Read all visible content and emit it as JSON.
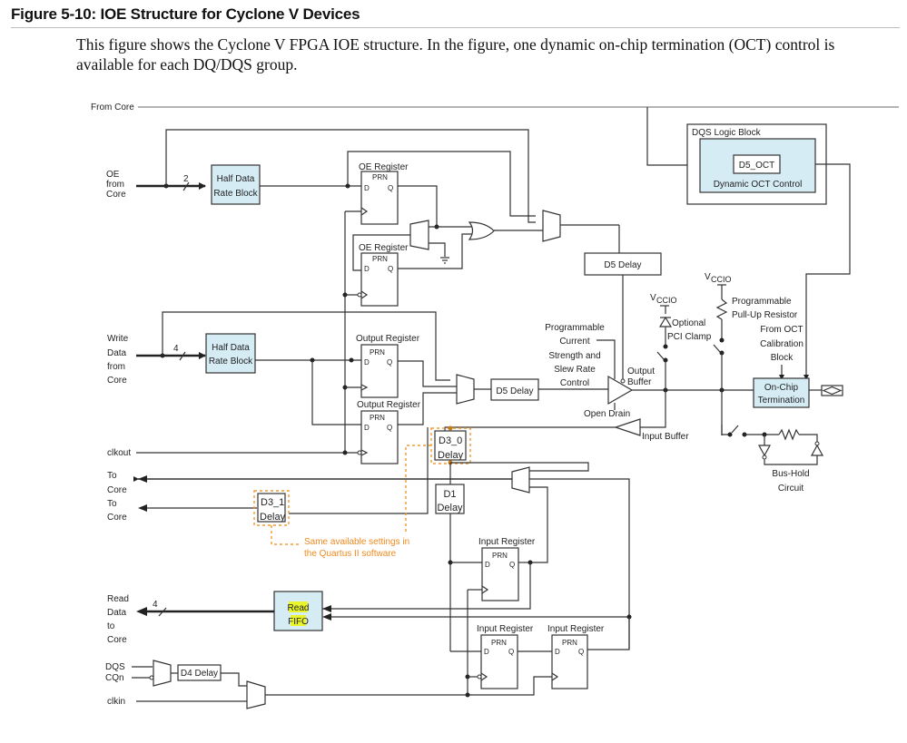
{
  "figure": {
    "title": "Figure 5-10: IOE Structure for Cyclone V Devices",
    "caption": "This figure shows the Cyclone V FPGA IOE structure. In the figure, one dynamic on-chip termination (OCT) control is available for each DQ/DQS group."
  },
  "signals": {
    "from_core": "From Core",
    "oe_from_core": [
      "OE",
      "from",
      "Core"
    ],
    "oe_bus_width": "2",
    "write_data_from_core": [
      "Write",
      "Data",
      "from",
      "Core"
    ],
    "write_bus_width": "4",
    "clkout": "clkout",
    "to_core_1": [
      "To",
      "Core"
    ],
    "to_core_2": [
      "To",
      "Core"
    ],
    "read_data_to_core": [
      "Read",
      "Data",
      "to",
      "Core"
    ],
    "read_bus_width": "4",
    "dqs": "DQS",
    "cqn": "CQn",
    "clkin": "clkin"
  },
  "blocks": {
    "hdr_oe": [
      "Half Data",
      "Rate Block"
    ],
    "hdr_write": [
      "Half Data",
      "Rate Block"
    ],
    "oe_register_1": "OE Register",
    "oe_register_2": "OE Register",
    "output_register_1": "Output Register",
    "output_register_2": "Output Register",
    "input_register_1": "Input Register",
    "input_register_2": "Input Register",
    "input_register_3": "Input Register",
    "reg_prn": "PRN",
    "reg_d": "D",
    "reg_q": "Q",
    "d5_delay_top": "D5 Delay",
    "d5_delay_mid": "D5 Delay",
    "dqs_logic_block": "DQS Logic Block",
    "d5_oct": "D5_OCT",
    "dynamic_oct_control": "Dynamic OCT Control",
    "d3_0_delay": [
      "D3_0",
      "Delay"
    ],
    "d3_1_delay": [
      "D3_1",
      "Delay"
    ],
    "d1_delay": [
      "D1",
      "Delay"
    ],
    "d4_delay": "D4 Delay",
    "read_fifo": [
      "Read",
      "FIFO"
    ],
    "on_chip_termination": [
      "On-Chip",
      "Termination"
    ]
  },
  "annotations": {
    "vccio_main": "V",
    "vccio_sub": "CCIO",
    "optional_pci_clamp": [
      "Optional",
      "PCI Clamp"
    ],
    "programmable_pullup": [
      "Programmable",
      "Pull-Up Resistor"
    ],
    "from_oct_calibration": [
      "From OCT",
      "Calibration",
      "Block"
    ],
    "programmable_current": [
      "Programmable",
      "Current",
      "Strength and",
      "Slew Rate",
      "Control"
    ],
    "output_buffer": [
      "Output",
      "Buffer"
    ],
    "open_drain": "Open Drain",
    "input_buffer": "Input Buffer",
    "bus_hold_circuit": [
      "Bus-Hold",
      "Circuit"
    ],
    "quartus_note": [
      "Same available settings in",
      "the Quartus II software"
    ]
  },
  "colors": {
    "block_fill": "#d6ecf5",
    "note_orange": "#f39a33",
    "highlight_yellow": "#e9f52a"
  }
}
